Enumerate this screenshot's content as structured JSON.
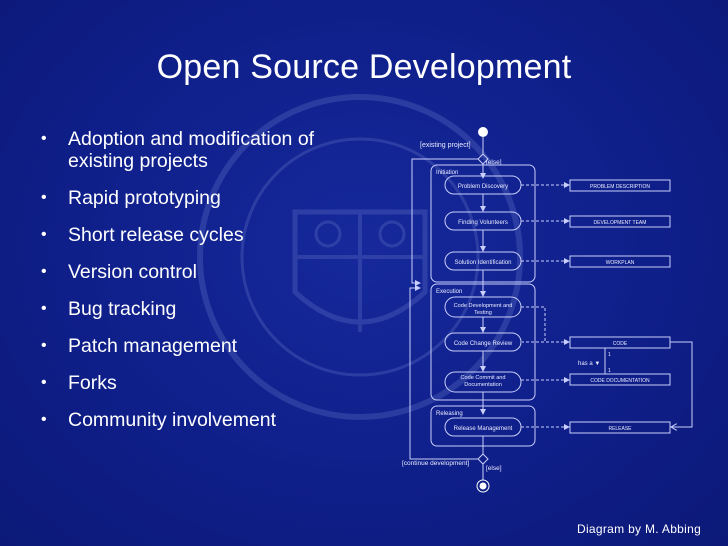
{
  "slide": {
    "title": "Open Source Development",
    "bullets": [
      "Adoption and modification of existing projects",
      "Rapid prototyping",
      "Short release cycles",
      "Version control",
      "Bug tracking",
      "Patch management",
      "Forks",
      "Community involvement"
    ],
    "credit": "Diagram by M. Abbing"
  },
  "diagram": {
    "guard_existing": "[existing project]",
    "guard_else_top": "[else]",
    "guard_continue": "[continue development]",
    "guard_else_bottom": "[else]",
    "phases": [
      {
        "label": "Initiation",
        "activities": [
          "Problem Discovery",
          "Finding Volunteers",
          "Solution Identification"
        ]
      },
      {
        "label": "Execution",
        "activities": [
          "Code Development and Testing",
          "Code Change Review",
          "Code Commit and Documentation"
        ]
      },
      {
        "label": "Releasing",
        "activities": [
          "Release Management"
        ]
      }
    ],
    "artifacts": [
      "PROBLEM DESCRIPTION",
      "DEVELOPMENT TEAM",
      "WORKPLAN",
      "CODE",
      "CODE DOCUMENTATION",
      "RELEASE"
    ],
    "relation_label": "has a ▼",
    "multiplicity_top": "1",
    "multiplicity_bottom": "1"
  },
  "colors": {
    "background": "#0f1f8a",
    "text": "#ffffff",
    "diagram_line": "#c9cffa"
  }
}
